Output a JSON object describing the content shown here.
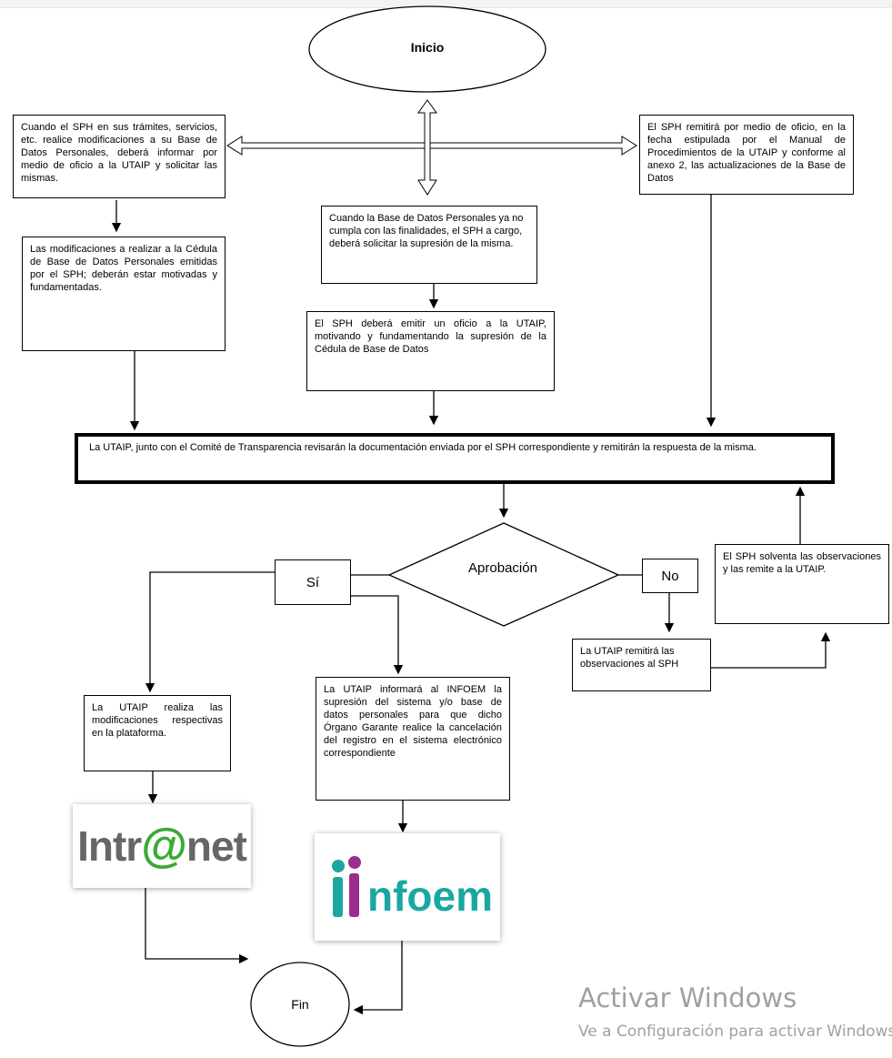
{
  "start": "Inicio",
  "end": "Fin",
  "box_left_top": "Cuando el SPH en sus trámites, servicios, etc. realice modificaciones a su Base de Datos Personales, deberá informar por medio de oficio a la UTAIP y solicitar las mismas.",
  "box_left_mid": "Las modificaciones a realizar a la Cédula de Base de Datos Personales emitidas por el SPH; deberán estar motivadas y fundamentadas.",
  "box_center_top": "Cuando la Base de Datos Personales ya no cumpla con las finalidades, el SPH a cargo, deberá solicitar la supresión de la misma.",
  "box_center_mid": "El SPH deberá emitir un oficio a la UTAIP, motivando y fundamentando la supresión de la Cédula de Base de Datos",
  "box_right_top": "El SPH remitirá por medio de oficio, en la fecha estipulada por el Manual de Procedimientos de la UTAIP y conforme al anexo 2, las actualizaciones de la Base de Datos",
  "box_main": "La UTAIP, junto con el Comité de Transparencia revisarán la documentación enviada por el SPH correspondiente y remitirán la respuesta de la misma.",
  "decision": "Aprobación",
  "yes_label": "Sí",
  "no_label": "No",
  "box_right_solve": "El SPH solventa las observaciones y las remite a la UTAIP.",
  "box_no_obs": "La UTAIP remitirá las observaciones al SPH",
  "box_yes_left": "La UTAIP realiza las modificaciones respectivas en la plataforma.",
  "box_yes_right": "La UTAIP informará al INFOEM la supresión del sistema y/o base de datos personales para que dicho Órgano Garante realice la cancelación del registro en el sistema electrónico correspondiente",
  "logo_intranet": {
    "pre": "Intr",
    "at": "@",
    "post": "net"
  },
  "logo_infoem": "nfoem",
  "watermark": {
    "line1": "Activar Windows",
    "line2": "Ve a Configuración para activar Windows."
  },
  "colors": {
    "intranet_green": "#3aaa35",
    "infoem_teal": "#1aa7a1",
    "infoem_purple": "#9b2d8e"
  }
}
